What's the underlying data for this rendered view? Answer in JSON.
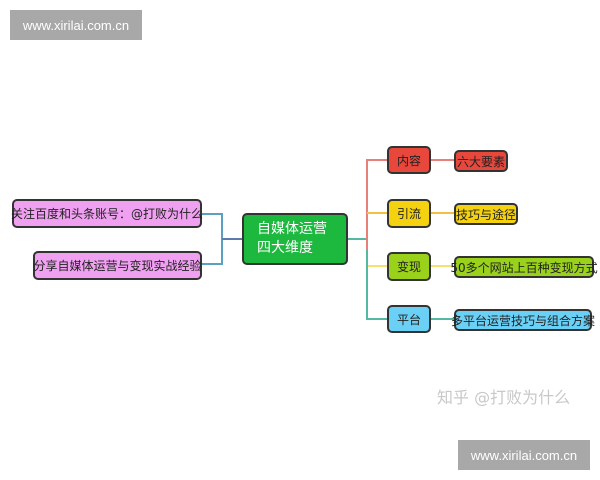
{
  "watermarks": {
    "site_top": "www.xirilai.com.cn",
    "site_bottom": "www.xirilai.com.cn",
    "zhihu": "知乎 @打败为什么"
  },
  "center": {
    "line1": "自媒体运营",
    "line2": "四大维度",
    "color": "#1db83e"
  },
  "left_nodes": [
    {
      "label": "关注百度和头条账号：@打败为什么",
      "color": "#f0a0f0"
    },
    {
      "label": "分享自媒体运营与变现实战经验",
      "color": "#f0a0f0"
    }
  ],
  "branches": [
    {
      "label": "内容",
      "leaf": "六大要素",
      "color": "#e8473c",
      "line": "#e8807a"
    },
    {
      "label": "引流",
      "leaf": "技巧与途径",
      "color": "#f5d20f",
      "line": "#f0c040"
    },
    {
      "label": "变现",
      "leaf": "50多个网站上百种变现方式",
      "color": "#9ad11a",
      "line": "#f5e070"
    },
    {
      "label": "平台",
      "leaf": "多平台运营技巧与组合方案",
      "color": "#6ad0f5",
      "line": "#55b8a0"
    }
  ]
}
